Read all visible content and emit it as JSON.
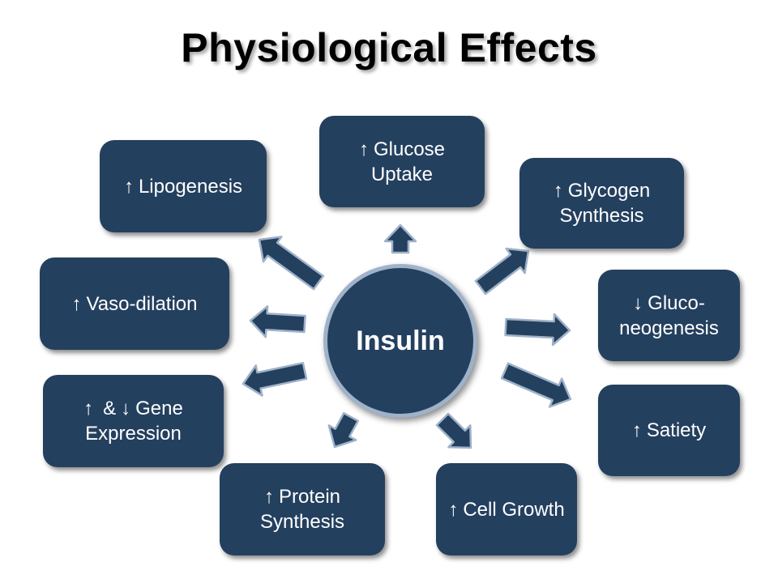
{
  "title": "Physiological Effects",
  "center": {
    "label": "Insulin"
  },
  "arrow_up": "↑",
  "arrow_down": "↓",
  "nodes": {
    "glucose_uptake": {
      "arrow": "↑",
      "text": "Glucose Uptake"
    },
    "glycogen_synthesis": {
      "arrow": "↑",
      "text": "Glycogen Synthesis"
    },
    "gluconeogenesis": {
      "arrow": "↓",
      "text": "Gluco- neogenesis"
    },
    "satiety": {
      "arrow": "↑",
      "text": "Satiety"
    },
    "cell_growth": {
      "arrow": "↑",
      "text": "Cell Growth"
    },
    "protein_synthesis": {
      "arrow": "↑",
      "text": "Protein Synthesis"
    },
    "gene_expression": {
      "arrow_a": "↑",
      "joiner": "&",
      "arrow_b": "↓",
      "text": "Gene Expression"
    },
    "vaso_dilation": {
      "arrow": "↑",
      "text": "Vaso-dilation"
    },
    "lipogenesis": {
      "arrow": "↑",
      "text": "Lipogenesis"
    }
  },
  "colors": {
    "node_fill": "#24405f",
    "node_outline": "#9fb2c9",
    "text": "#ffffff",
    "background": "#ffffff"
  }
}
